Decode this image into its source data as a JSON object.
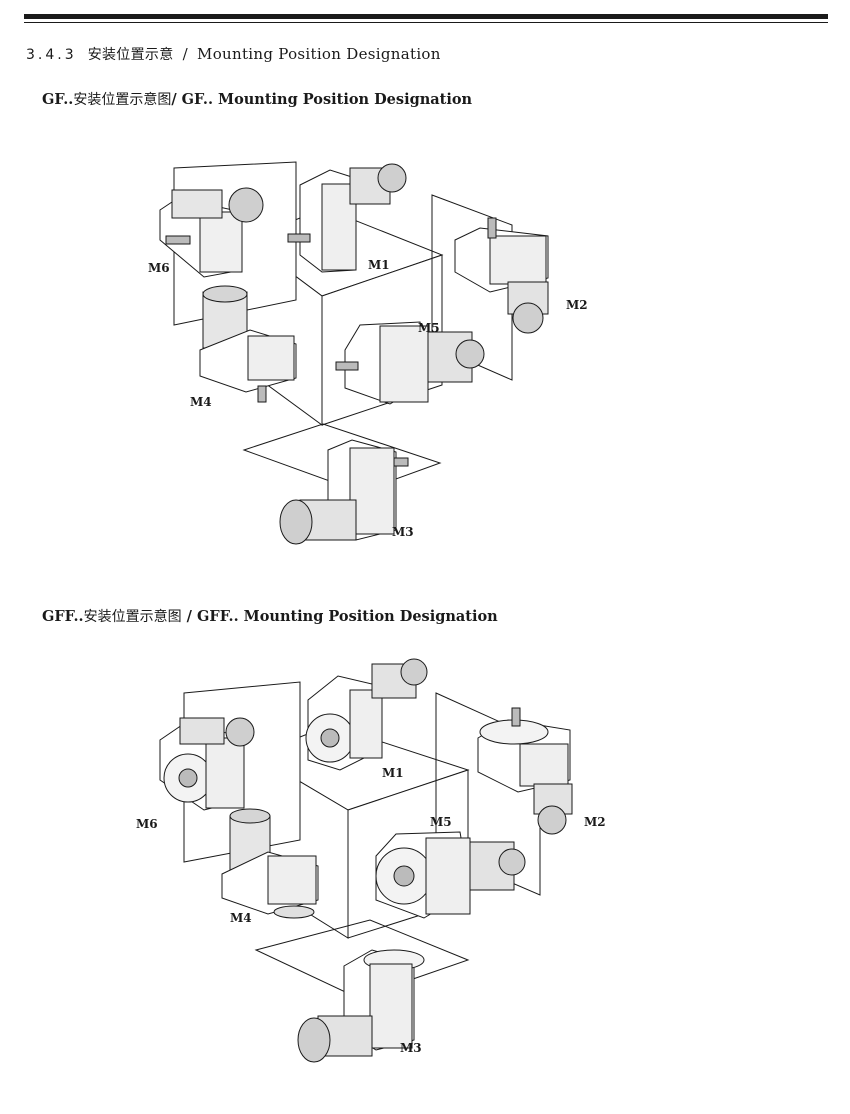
{
  "header": {
    "section_number": "3.4.3",
    "section_title_cn": "安装位置示意",
    "section_title_sep": "/",
    "section_title_en": "Mounting Position Designation"
  },
  "figures": [
    {
      "title_prefix": "GF..",
      "title_cn": "安装位置示意图",
      "title_en": "/ GF.. Mounting Position Designation",
      "positions": [
        "M1",
        "M2",
        "M3",
        "M4",
        "M5",
        "M6"
      ]
    },
    {
      "title_prefix": "GFF..",
      "title_cn": "安装位置示意图",
      "title_en": " /  GFF.. Mounting Position Designation",
      "positions": [
        "M1",
        "M2",
        "M3",
        "M4",
        "M5",
        "M6"
      ]
    }
  ]
}
